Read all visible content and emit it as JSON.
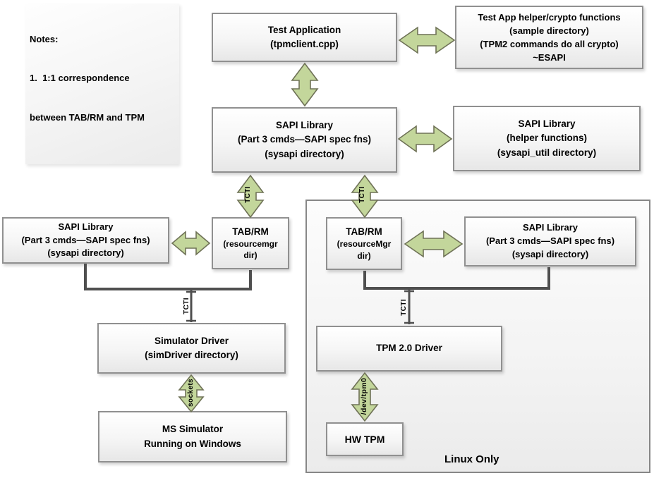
{
  "colors": {
    "arrow_fill": "#c3d69b",
    "arrow_stroke": "#6f7257",
    "connector": "#4f4f4f",
    "box_border": "#909090"
  },
  "notes": {
    "lines": [
      "Notes:",
      "1.  1:1 correspondence",
      "between TAB/RM and TPM"
    ]
  },
  "boxes": {
    "test_app": {
      "lines": [
        "Test Application",
        "(tpmclient.cpp)"
      ]
    },
    "helper_crypto": {
      "lines": [
        "Test App helper/crypto functions",
        "(sample directory)",
        "(TPM2 commands do all crypto)",
        "~ESAPI"
      ]
    },
    "sapi_main": {
      "lines": [
        "SAPI Library",
        "(Part 3 cmds—SAPI spec fns)",
        "(sysapi directory)"
      ]
    },
    "sapi_helper": {
      "lines": [
        "SAPI Library",
        "(helper functions)",
        "(sysapi_util directory)"
      ]
    },
    "sapi_windows": {
      "lines": [
        "SAPI Library",
        "(Part 3 cmds—SAPI spec fns)",
        "(sysapi directory)"
      ]
    },
    "tabrm_windows": {
      "lines": [
        "TAB/RM",
        "(resourcemgr",
        "dir)"
      ]
    },
    "tabrm_linux": {
      "lines": [
        "TAB/RM",
        "(resourceMgr",
        "dir)"
      ]
    },
    "sapi_linux": {
      "lines": [
        "SAPI Library",
        "(Part 3 cmds—SAPI spec fns)",
        "(sysapi directory)"
      ]
    },
    "sim_driver": {
      "lines": [
        "Simulator Driver",
        "(simDriver directory)"
      ]
    },
    "ms_simulator": {
      "lines": [
        "MS Simulator",
        "Running on Windows"
      ]
    },
    "tpm_driver": {
      "lines": [
        "TPM 2.0 Driver"
      ]
    },
    "hw_tpm": {
      "lines": [
        "HW TPM"
      ]
    }
  },
  "connector_labels": {
    "tcti_sapi_to_tabrm_windows": "TCTI",
    "tcti_sapi_to_tabrm_linux": "TCTI",
    "tcti_to_sim_driver": "TCTI",
    "tcti_to_tpm_driver": "TCTI",
    "sockets": "sockets",
    "dev_tpm0": "/dev/tpm0"
  },
  "sections": {
    "linux_only": "Linux Only"
  }
}
